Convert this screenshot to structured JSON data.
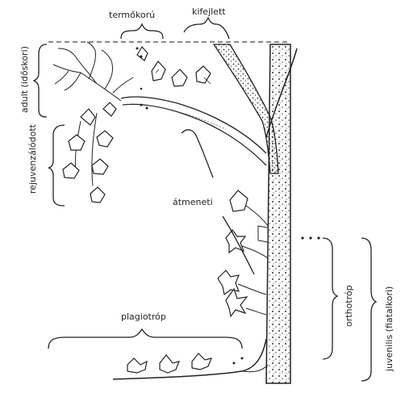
{
  "labels": {
    "termokoru": "termőkorú",
    "kifejlett": "kifejlett",
    "adult": "adult (időskori)",
    "rejuvenated": "rejuvenzálódott",
    "atmeneti": "átmeneti",
    "orthotrop": "orthotróp",
    "juvenilis": "juvenilis (fiatalkori)",
    "plagiotrop": "plagiotróp"
  },
  "colors": {
    "ink": "#222222",
    "background": "#ffffff",
    "bark_fill": "#f3f3f3"
  }
}
